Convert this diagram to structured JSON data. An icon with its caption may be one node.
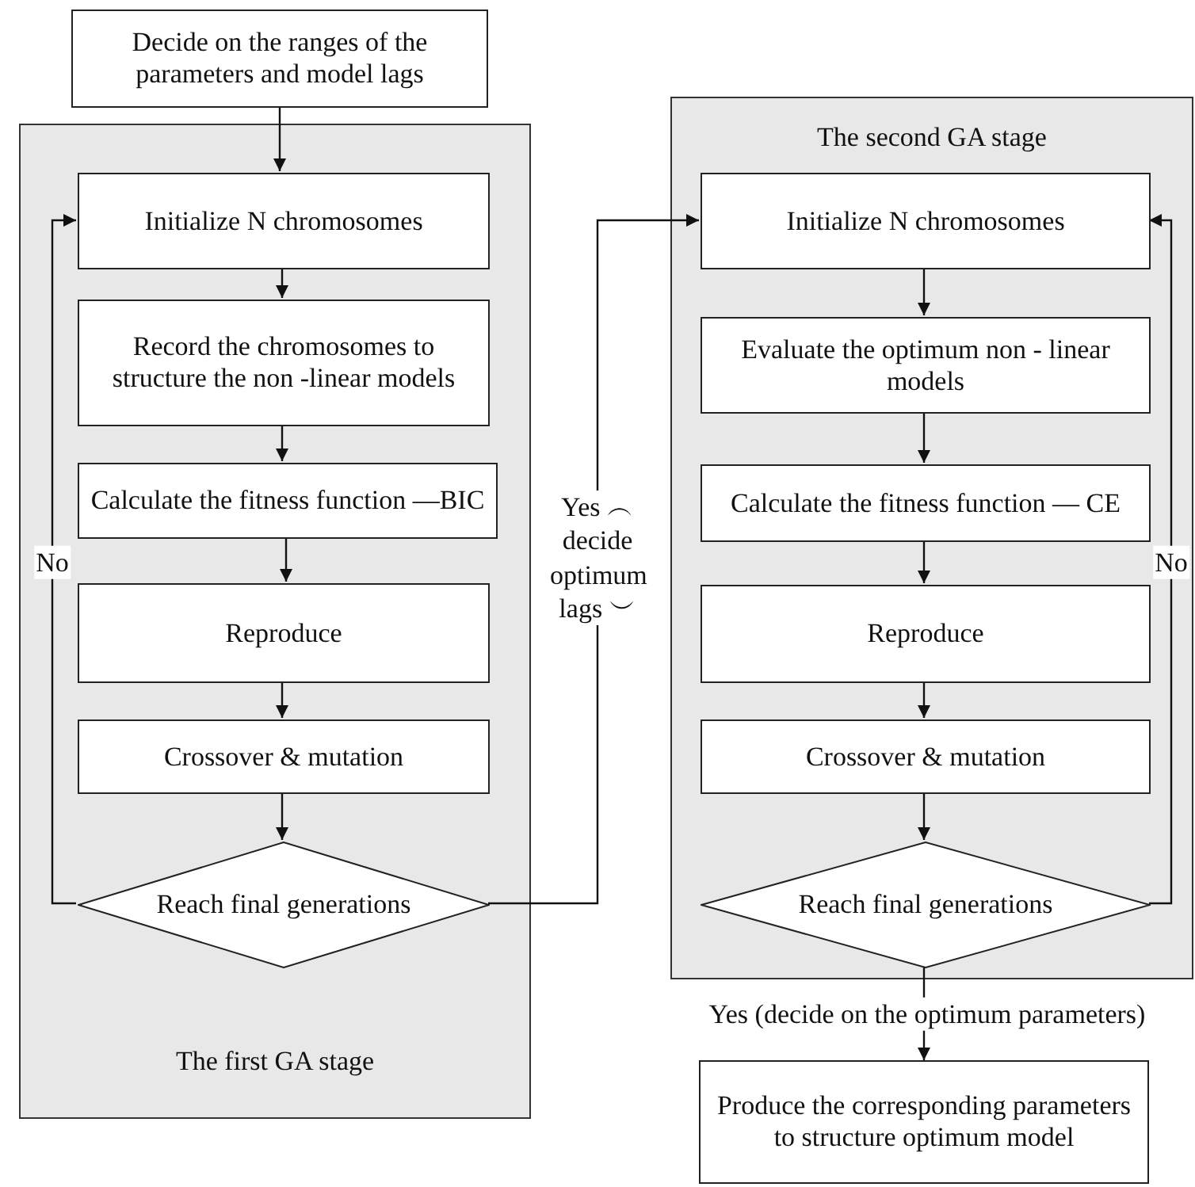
{
  "diagram": {
    "nodes": [
      {
        "text": [
          "Decide on the ranges of the parameters and model lags"
        ]
      },
      {
        "text": [
          "The first GA stage"
        ]
      },
      {
        "text": [
          "Initialize N chromosomes"
        ],
        "in": 1
      },
      {
        "text": [
          "Record the chromosomes to structure the non -linear models"
        ],
        "in": 1
      },
      {
        "text": [
          "Calculate the fitness function —BIC"
        ],
        "in": 1
      },
      {
        "text": [
          "Reproduce"
        ],
        "in": 1
      },
      {
        "text": [
          "Crossover & mutation"
        ],
        "in": 1
      },
      {
        "text": [
          "Reach final generations"
        ],
        "in": 1
      },
      {
        "text": [
          "The second GA stage"
        ]
      },
      {
        "text": [
          "Initialize N chromosomes"
        ],
        "in": 8
      },
      {
        "text": [
          "Evaluate the optimum non - linear models"
        ],
        "in": 8
      },
      {
        "text": [
          "Calculate the fitness function — CE"
        ],
        "in": 8
      },
      {
        "text": [
          "Reproduce"
        ],
        "in": 8
      },
      {
        "text": [
          "Crossover & mutation"
        ],
        "in": 8
      },
      {
        "text": [
          "Reach final generations"
        ],
        "in": 8
      },
      {
        "text": [
          "Produce the corresponding parameters to structure optimum model"
        ]
      }
    ],
    "edges": [
      {
        "from": 0,
        "to": 2,
        "arrow": "to"
      },
      {
        "from": 2,
        "to": 3,
        "arrow": "to"
      },
      {
        "from": 3,
        "to": 4,
        "arrow": "to"
      },
      {
        "from": 4,
        "to": 5,
        "arrow": "to"
      },
      {
        "from": 5,
        "to": 6,
        "arrow": "to"
      },
      {
        "from": 6,
        "to": 7,
        "arrow": "to"
      },
      {
        "from": 7,
        "to": 2,
        "arrow": "to",
        "label": "No"
      },
      {
        "from": 7,
        "to": 9,
        "arrow": "to",
        "label": "Yes ︵ decide optimum lags ︶"
      },
      {
        "from": 9,
        "to": 10,
        "arrow": "to"
      },
      {
        "from": 10,
        "to": 11,
        "arrow": "to"
      },
      {
        "from": 11,
        "to": 12,
        "arrow": "to"
      },
      {
        "from": 12,
        "to": 13,
        "arrow": "to"
      },
      {
        "from": 13,
        "to": 14,
        "arrow": "to"
      },
      {
        "from": 14,
        "to": 9,
        "arrow": "to",
        "label": "No"
      },
      {
        "from": 14,
        "to": 15,
        "arrow": "to",
        "label": "Yes (decide on the optimum parameters)"
      }
    ]
  }
}
